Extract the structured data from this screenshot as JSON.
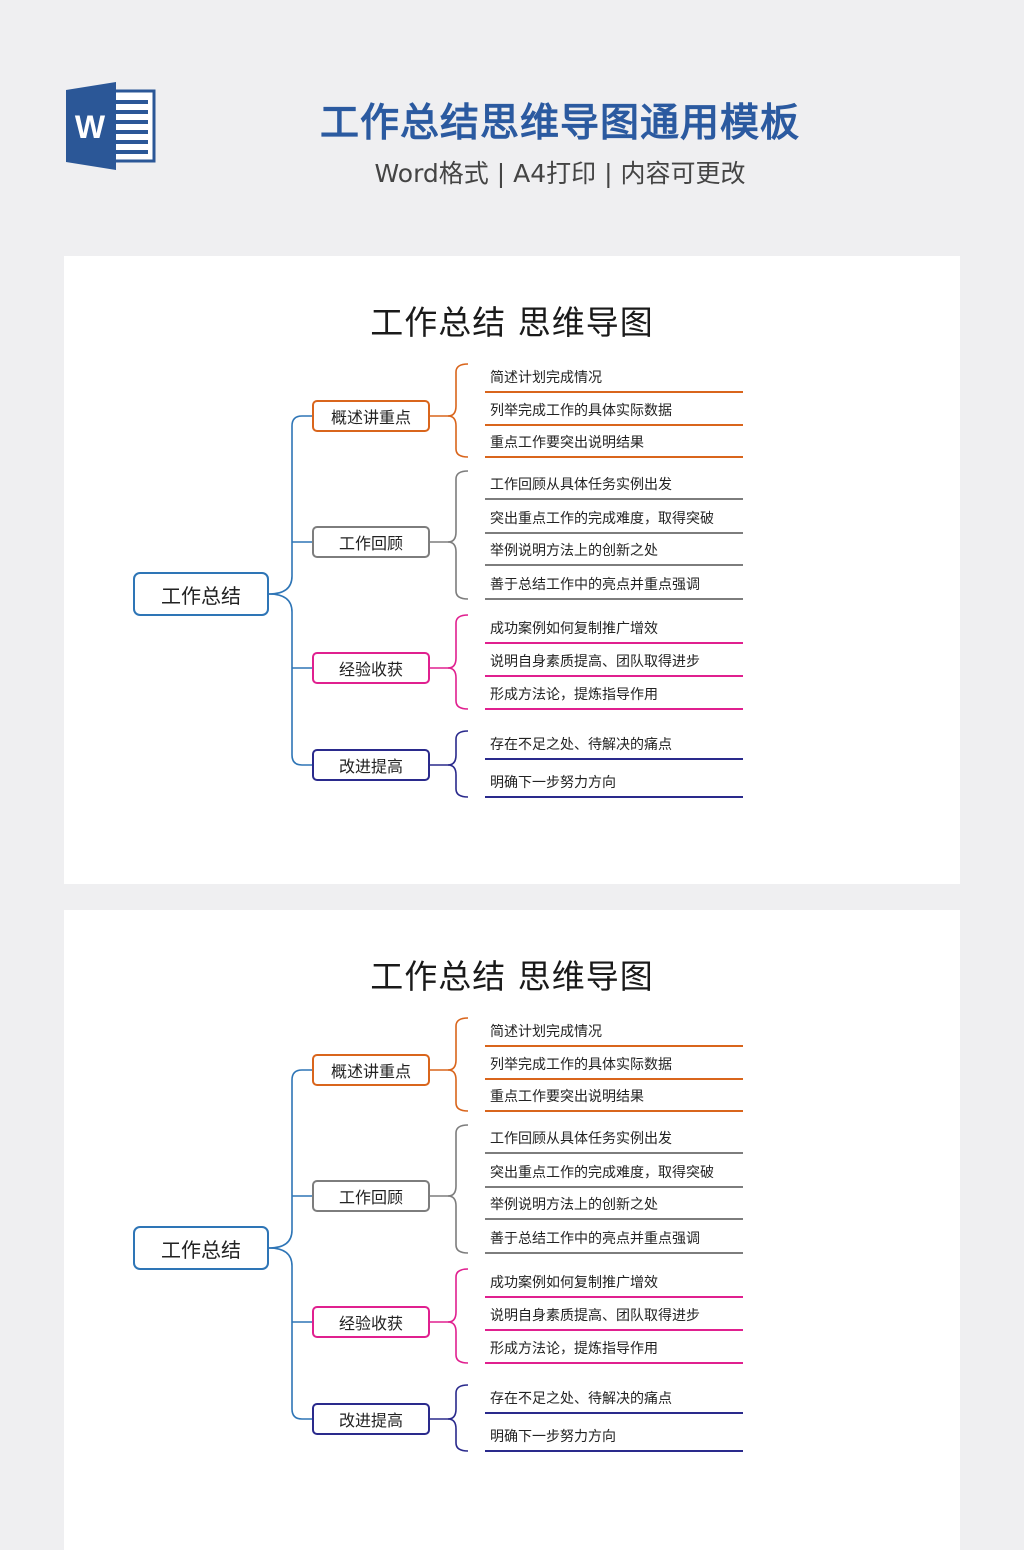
{
  "header": {
    "title": "工作总结思维导图通用模板",
    "subtitle": "Word格式 | A4打印 | 内容可更改",
    "logo_icon": "word-icon",
    "logo_letter": "W"
  },
  "colors": {
    "root": "#2e75b6",
    "branch_colors": [
      "#d9651c",
      "#7d7d7d",
      "#e0208f",
      "#2a2a8c"
    ]
  },
  "cards": [
    {
      "title": "工作总结  思维导图"
    },
    {
      "title": "工作总结  思维导图"
    }
  ],
  "mindmap": {
    "root": "工作总结",
    "branches": [
      {
        "label": "概述讲重点",
        "leaves": [
          "简述计划完成情况",
          "列举完成工作的具体实际数据",
          "重点工作要突出说明结果"
        ]
      },
      {
        "label": "工作回顾",
        "leaves": [
          "工作回顾从具体任务实例出发",
          "突出重点工作的完成难度，取得突破",
          "举例说明方法上的创新之处",
          "善于总结工作中的亮点并重点强调"
        ]
      },
      {
        "label": "经验收获",
        "leaves": [
          "成功案例如何复制推广增效",
          "说明自身素质提高、团队取得进步",
          "形成方法论，提炼指导作用"
        ]
      },
      {
        "label": "改进提高",
        "leaves": [
          "存在不足之处、待解决的痛点",
          "明确下一步努力方向"
        ]
      }
    ]
  }
}
